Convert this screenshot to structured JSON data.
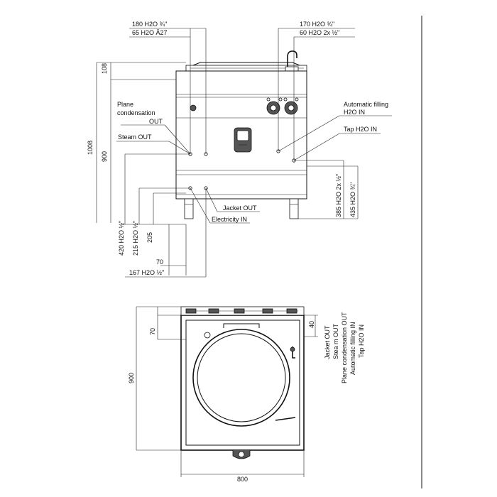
{
  "front": {
    "connections_top_left": [
      "180 H2O ¾\"",
      "65 H2O Ä27"
    ],
    "connections_top_right": [
      "170 H2O ¾\"",
      "60 H2O 2x ½\""
    ],
    "dimensions_left": [
      "108",
      "1008",
      "900"
    ],
    "labels_left": [
      "Plane",
      "condensation",
      "OUT",
      "Steam OUT"
    ],
    "labels_right": [
      "Automatic filling",
      "H2O IN",
      "Tap H2O IN"
    ],
    "labels_bottom": [
      "Jacket OUT",
      "Electricity IN"
    ],
    "bottom_dims": [
      "420 H2O ½\"",
      "215 H2O ½\"",
      "205",
      "70",
      "167 H2O ½\""
    ],
    "right_dims": [
      "385 H2O 2x ½\"",
      "435 H2O ¾\""
    ]
  },
  "top": {
    "dim_side": "70",
    "dim_height": "900",
    "dim_width": "800",
    "dim_right": "40",
    "legend": [
      "Jacket OUT",
      "Stea m OUT",
      "Plane condensation OUT",
      "Automatic filling IN",
      "Tap H2O IN"
    ]
  }
}
